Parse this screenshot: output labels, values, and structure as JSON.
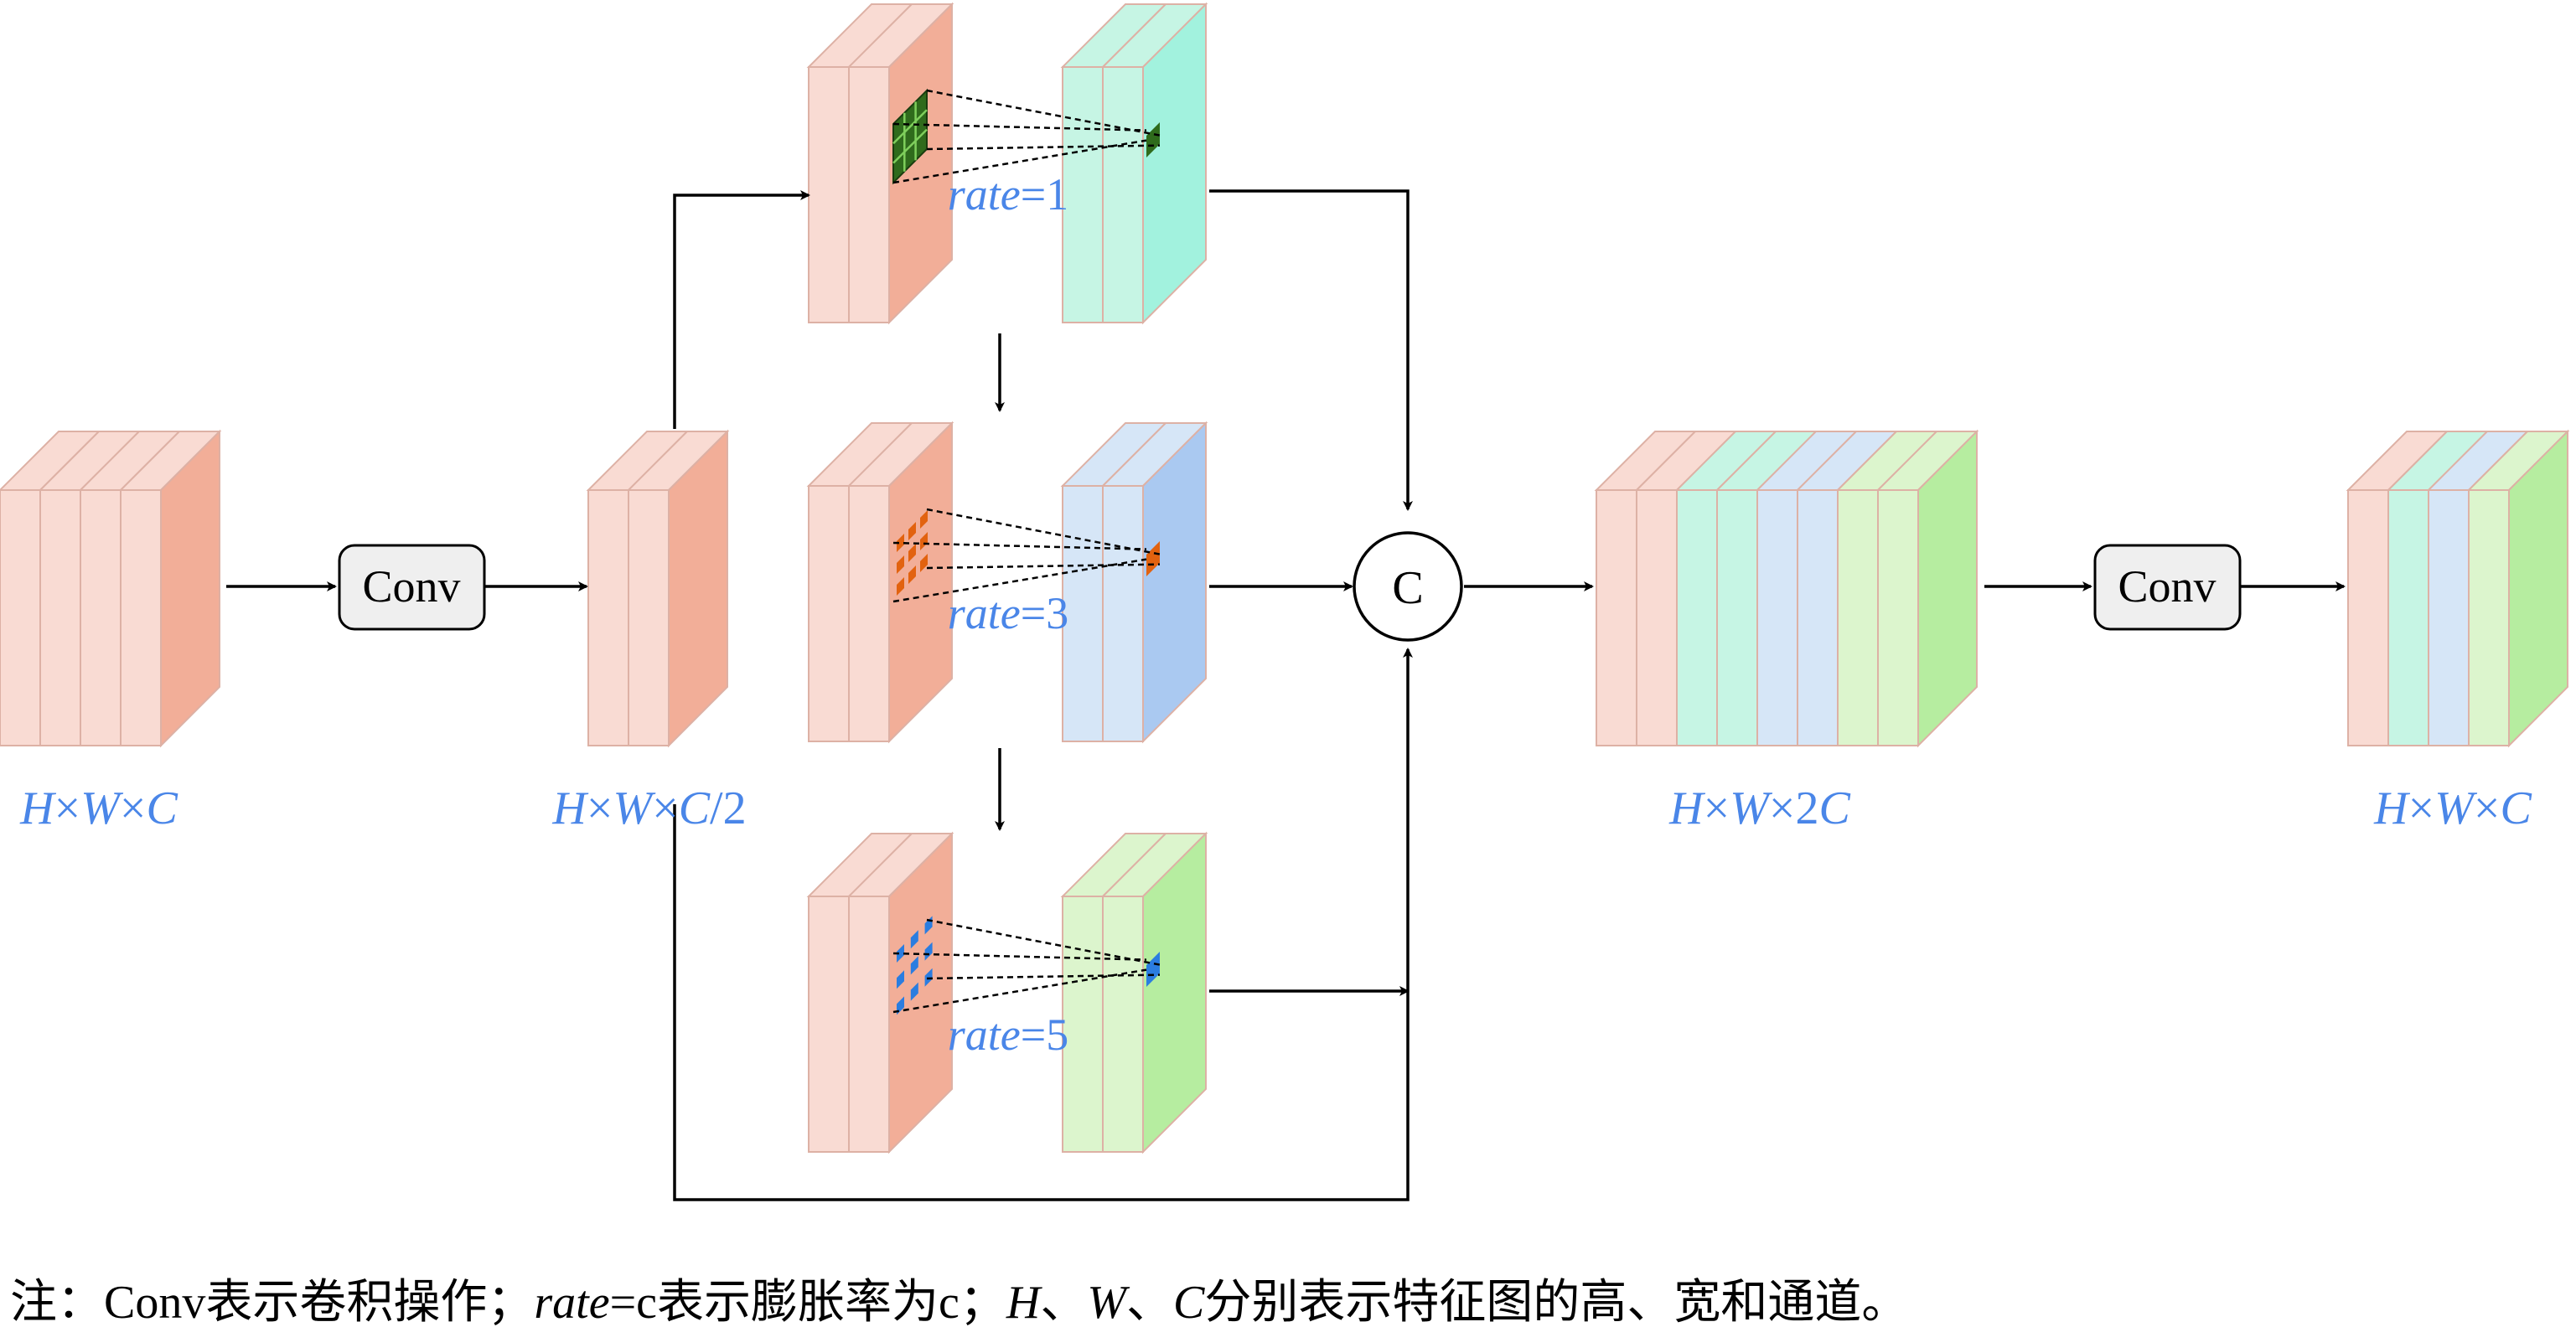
{
  "colors": {
    "pink_front": "#f9dbd3",
    "pink_side": "#f2ae98",
    "pink_edge": "#ddb1a5",
    "cyan_front": "#c6f5e4",
    "cyan_side": "#a2f2de",
    "blue_front": "#d6e6f7",
    "blue_side": "#aac9f1",
    "green_front": "#dcf5cd",
    "green_side": "#b6eda0",
    "label_blue": "#4a86e8",
    "grid_green": "#2f6b1c",
    "grid_orange": "#e2620f",
    "grid_blue": "#2b7de0"
  },
  "labels": {
    "input_dim": [
      "H",
      "×",
      "W",
      "×",
      "C"
    ],
    "half_dim": [
      "H",
      "×",
      "W",
      "×",
      "C",
      "/2"
    ],
    "concat_dim": [
      "H",
      "×",
      "W",
      "×2",
      "C"
    ],
    "output_dim": [
      "H",
      "×",
      "W",
      "×",
      "C"
    ],
    "conv1": "Conv",
    "conv2": "Conv",
    "concat": "C",
    "rates": [
      {
        "word": "rate",
        "value": "=1"
      },
      {
        "word": "rate",
        "value": "=3"
      },
      {
        "word": "rate",
        "value": "=5"
      }
    ]
  },
  "note": {
    "prefix": "注：Conv表示卷积操作；",
    "rate_word": "rate",
    "mid": "=c表示膨胀率为c；",
    "h": "H",
    "sep1": "、",
    "w": "W",
    "sep2": "、",
    "c": "C",
    "suffix": "分别表示特征图的高、宽和通道。"
  }
}
